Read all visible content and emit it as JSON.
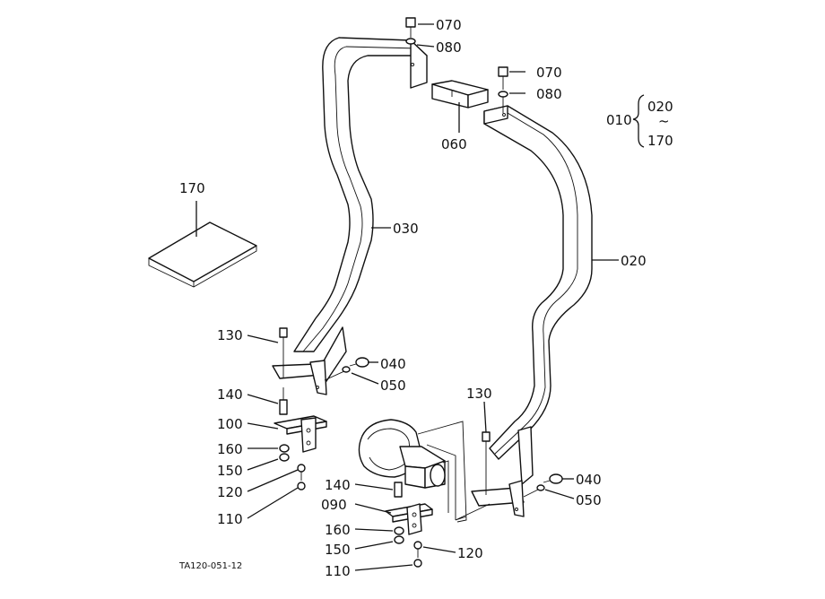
{
  "figure_code": "TA120-051-12",
  "bracket": {
    "group": "010",
    "top": "020",
    "tilde": "~",
    "bottom": "170"
  },
  "callouts": {
    "bolt_top_a": "070",
    "washer_top_a": "080",
    "bolt_top_b": "070",
    "washer_top_b": "080",
    "joint": "060",
    "manual": "170",
    "left_arch": "030",
    "right_arch": "020",
    "bolt_left": "130",
    "bolt_side_left": "040",
    "washer_side_left": "050",
    "collar_left": "140",
    "bracket_left": "100",
    "washer_160_left": "160",
    "washer_150_left": "150",
    "nut_left": "120",
    "bolt_bottom_left": "110",
    "bolt_right": "130",
    "bolt_side_right": "040",
    "washer_side_right": "050",
    "collar_right": "140",
    "bracket_right": "090",
    "washer_160_right": "160",
    "washer_150_right": "150",
    "nut_right": "120",
    "bolt_bottom_right": "110"
  }
}
